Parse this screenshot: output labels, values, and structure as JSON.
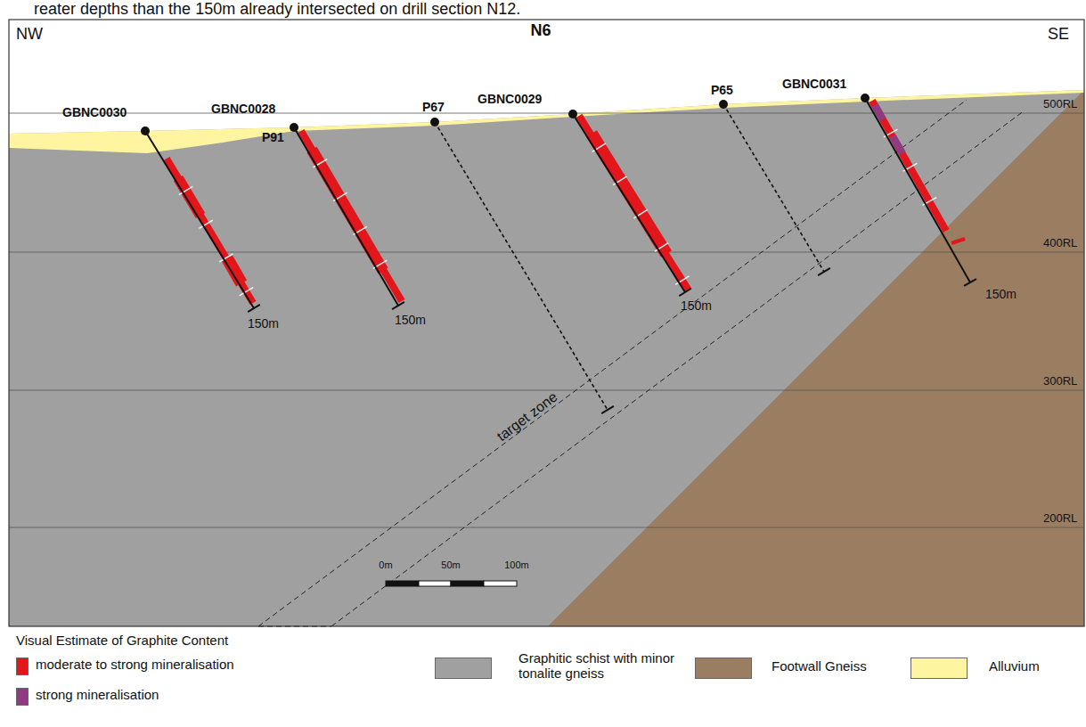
{
  "diagram": {
    "title": "N6",
    "labels": [
      "reater depths than the 150m already intersected on drill section N12.",
      "NW",
      "SE",
      "GBNC0030",
      "GBNC0028",
      "P91",
      "P67",
      "GBNC0029",
      "P65",
      "GBNC0031",
      "500RL",
      "400RL",
      "300RL",
      "200RL",
      "150m",
      "150m",
      "150m",
      "150m",
      "target zone",
      "0m",
      "50m",
      "100m",
      "Visual Estimate of Graphite Content"
    ],
    "legend": [
      {
        "text": "moderate to strong mineralisation",
        "color": "#e3161b"
      },
      {
        "text": "strong mineralisation",
        "color": "#8f3b83"
      },
      {
        "text": "Graphitic schist with minor tonalite gneiss",
        "color": "#a0a0a0"
      },
      {
        "text": "Footwall Gneiss",
        "color": "#9b7d62"
      },
      {
        "text": "Alluvium",
        "color": "#fff5a0"
      }
    ]
  }
}
